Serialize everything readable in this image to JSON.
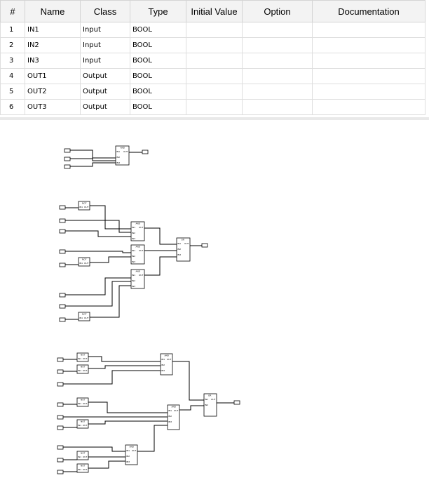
{
  "table": {
    "headers": [
      "#",
      "Name",
      "Class",
      "Type",
      "Initial Value",
      "Option",
      "Documentation"
    ],
    "rows": [
      {
        "num": "1",
        "name": "IN1",
        "class": "Input",
        "type": "BOOL",
        "initial": "",
        "option": "",
        "doc": ""
      },
      {
        "num": "2",
        "name": "IN2",
        "class": "Input",
        "type": "BOOL",
        "initial": "",
        "option": "",
        "doc": ""
      },
      {
        "num": "3",
        "name": "IN3",
        "class": "Input",
        "type": "BOOL",
        "initial": "",
        "option": "",
        "doc": ""
      },
      {
        "num": "4",
        "name": "OUT1",
        "class": "Output",
        "type": "BOOL",
        "initial": "",
        "option": "",
        "doc": ""
      },
      {
        "num": "5",
        "name": "OUT2",
        "class": "Output",
        "type": "BOOL",
        "initial": "",
        "option": "",
        "doc": ""
      },
      {
        "num": "6",
        "name": "OUT3",
        "class": "Output",
        "type": "BOOL",
        "initial": "",
        "option": "",
        "doc": ""
      }
    ]
  },
  "diagram": {
    "gate_names": {
      "and": "AND",
      "or": "OR",
      "not": "NOT"
    },
    "pin_labels": {
      "in1": "IN1",
      "in2": "IN2",
      "in3": "IN3",
      "out": "OUT"
    }
  }
}
